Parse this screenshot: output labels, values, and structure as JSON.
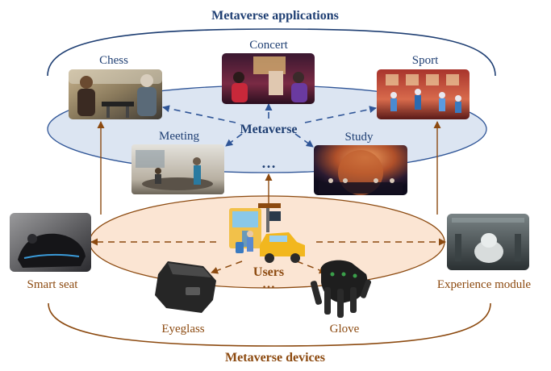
{
  "header": {
    "title": "Metaverse applications"
  },
  "footer": {
    "title": "Metaverse devices"
  },
  "metaverse": {
    "label": "Metaverse",
    "apps": {
      "chess": "Chess",
      "concert": "Concert",
      "sport": "Sport",
      "meeting": "Meeting",
      "study": "Study",
      "ellipsis": "…"
    }
  },
  "users": {
    "label": "Users",
    "ellipsis": "…",
    "devices": {
      "smart_seat": "Smart seat",
      "experience_module": "Experience module",
      "eyeglass": "Eyeglass",
      "glove": "Glove"
    }
  },
  "colors": {
    "blue_text": "#1f3f73",
    "blue_arrow": "#2f5597",
    "blue_fill": "#dce5f2",
    "brown_text": "#8c4a10",
    "brown_arrow": "#8c4a10",
    "orange_fill": "#fbe5d3"
  }
}
